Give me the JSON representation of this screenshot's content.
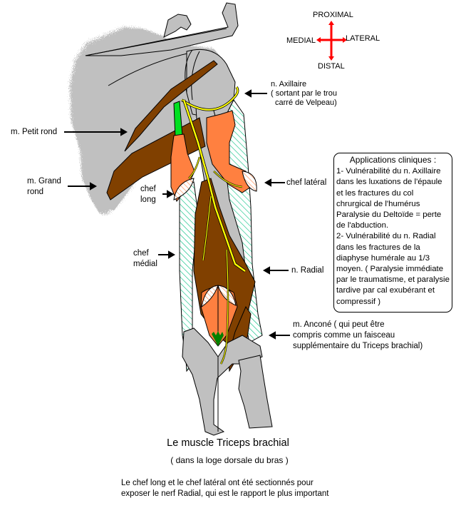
{
  "orientation": {
    "proximal": "PROXIMAL",
    "distal": "DISTAL",
    "medial": "MEDIAL",
    "lateral": "LATERAL",
    "arrow_color": "#ff0000"
  },
  "labels": {
    "axillary_nerve": [
      "n. Axillaire",
      "( sortant par le trou",
      "carré de Velpeau)"
    ],
    "teres_minor": "m. Petit rond",
    "teres_major": [
      "m. Grand",
      "rond"
    ],
    "long_head": [
      "chef",
      "long"
    ],
    "lateral_head": "chef latéral",
    "medial_head": [
      "chef",
      "médial"
    ],
    "radial_nerve": "n. Radial",
    "anconeus": [
      "m. Anconé ( qui peut être",
      "compris comme un faisceau",
      "supplémentaire du Triceps brachial)"
    ]
  },
  "clinical_box": {
    "title": "Applications cliniques :",
    "lines": [
      "1- Vulnérabilité du n. Axillaire dans les luxations de l'épaule et les fractures du col chrurgical de l'humérus",
      "Paralysie du Deltoïde = perte de l'abduction.",
      "2- Vulnérabilité du n. Radial dans les fractures de la diaphyse humérale au 1/3 moyen. ( Paralysie immédiate par le traumatisme, et paralysie tardive par cal exubérant et compressif )"
    ]
  },
  "caption": {
    "title": "Le muscle Triceps brachial",
    "subtitle": "( dans la loge dorsale du bras )",
    "note": [
      "Le chef long et le chef latéral ont été sectionnés pour",
      "exposer le nerf Radial, qui est le rapport le plus important"
    ]
  },
  "colors": {
    "bone": "#c0c0c0",
    "muscle_brown": "#804000",
    "muscle_orange": "#ff8040",
    "nerve_yellow": "#ffff00",
    "hatch_green": "#00c080",
    "tendon_green": "#00e020",
    "dark_green": "#008000"
  }
}
